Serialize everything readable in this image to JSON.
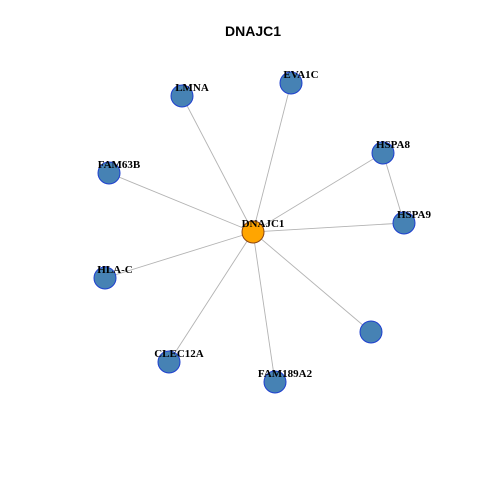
{
  "title": "DNAJC1",
  "colors": {
    "center_fill": "#FFA500",
    "center_stroke": "#8B4513",
    "node_fill": "#4682B4",
    "node_stroke": "#1E3FCF",
    "edge": "#b3b3b3"
  },
  "center": {
    "id": "DNAJC1",
    "label": "DNAJC1"
  },
  "nodes": [
    {
      "id": "LMNA",
      "label": "LMNA"
    },
    {
      "id": "EVA1C",
      "label": "EVA1C"
    },
    {
      "id": "HSPA8",
      "label": "HSPA8"
    },
    {
      "id": "FAM63B",
      "label": "FAM63B"
    },
    {
      "id": "HSPA9",
      "label": "HSPA9"
    },
    {
      "id": "HLA-C",
      "label": "HLA-C"
    },
    {
      "id": "unlabeled",
      "label": ""
    },
    {
      "id": "CLEC12A",
      "label": "CLEC12A"
    },
    {
      "id": "FAM189A2",
      "label": "FAM189A2"
    }
  ],
  "edges": [
    [
      "DNAJC1",
      "LMNA"
    ],
    [
      "DNAJC1",
      "EVA1C"
    ],
    [
      "DNAJC1",
      "HSPA8"
    ],
    [
      "DNAJC1",
      "FAM63B"
    ],
    [
      "DNAJC1",
      "HSPA9"
    ],
    [
      "DNAJC1",
      "HLA-C"
    ],
    [
      "DNAJC1",
      "unlabeled"
    ],
    [
      "DNAJC1",
      "CLEC12A"
    ],
    [
      "DNAJC1",
      "FAM189A2"
    ],
    [
      "HSPA8",
      "HSPA9"
    ]
  ]
}
